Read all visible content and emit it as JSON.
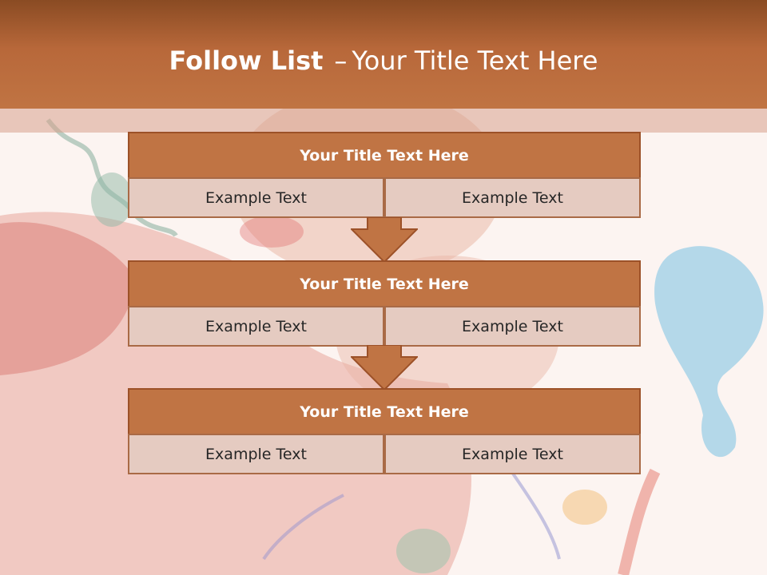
{
  "slide": {
    "title_bold": "Follow List",
    "title_dash": "–",
    "title_rest": "Your Title Text Here"
  },
  "blocks": [
    {
      "title": "Your Title Text Here",
      "left": "Example Text",
      "right": "Example Text"
    },
    {
      "title": "Your Title Text Here",
      "left": "Example Text",
      "right": "Example Text"
    },
    {
      "title": "Your Title Text Here",
      "left": "Example Text",
      "right": "Example Text"
    }
  ],
  "colors": {
    "header": "#b8683a",
    "block_title": "#c07444",
    "block_border": "#9c5128",
    "cell": "#e5cbc1",
    "arrow": "#c07444"
  },
  "icons": [
    "down-arrow-icon"
  ]
}
